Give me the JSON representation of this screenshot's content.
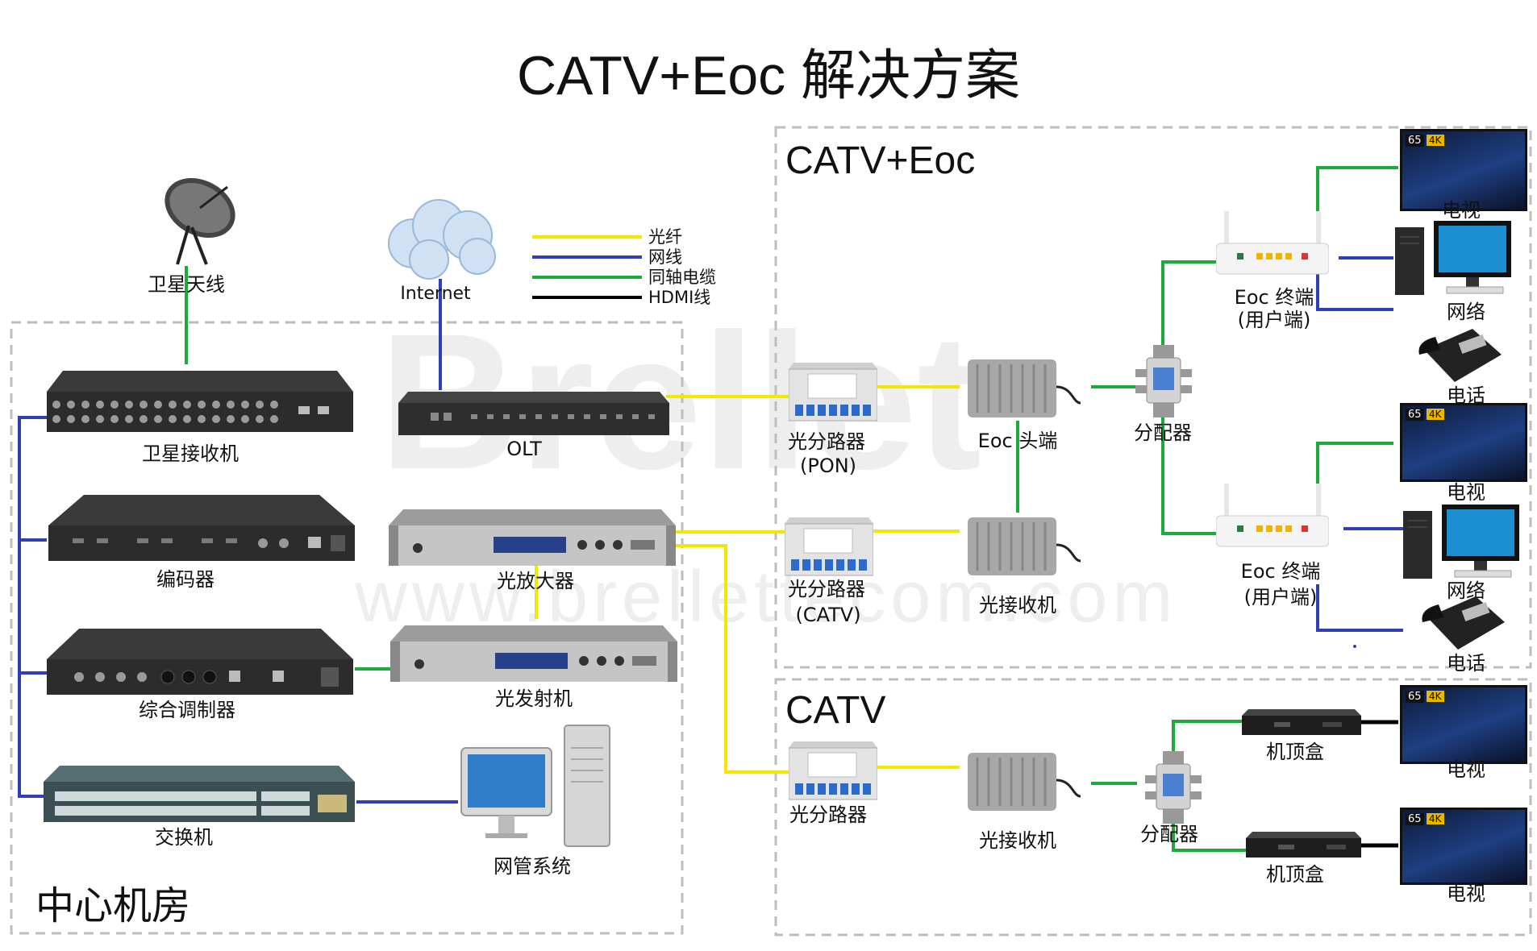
{
  "title": "CATV+Eoc 解决方案",
  "watermark": {
    "brand": "Brellet",
    "site": "www.brellettecom.com"
  },
  "zones": {
    "center": "中心机房",
    "eoc": "CATV+Eoc",
    "catv": "CATV"
  },
  "legend": [
    {
      "label": "光纤",
      "color": "#f5e600"
    },
    {
      "label": "网线",
      "color": "#2e3fb8"
    },
    {
      "label": "同轴电缆",
      "color": "#1aab3a"
    },
    {
      "label": "HDMI线",
      "color": "#000000"
    }
  ],
  "center": {
    "satellite": "卫星天线",
    "internet": "Internet",
    "sat_receiver": "卫星接收机",
    "encoder": "编码器",
    "modulator": "综合调制器",
    "switch": "交换机",
    "olt": "OLT",
    "amplifier": "光放大器",
    "transmitter": "光发射机",
    "nms": "网管系统"
  },
  "eoc": {
    "splitter_pon": [
      "光分路器",
      "(PON)"
    ],
    "splitter_catv": [
      "光分路器",
      "(CATV)"
    ],
    "eoc_head": "Eoc 头端",
    "optical_rx": "光接收机",
    "distributor": "分配器",
    "terminal_1": [
      "Eoc 终端",
      "(用户端)"
    ],
    "terminal_2": [
      "Eoc 终端",
      "(用户端)"
    ],
    "tv": "电视",
    "pc": "网络",
    "phone": "电话",
    "tv_badge": [
      "65",
      "4K"
    ]
  },
  "catv": {
    "splitter": "光分路器",
    "optical_rx": "光接收机",
    "distributor": "分配器",
    "stb": "机顶盒",
    "tv": "电视"
  }
}
